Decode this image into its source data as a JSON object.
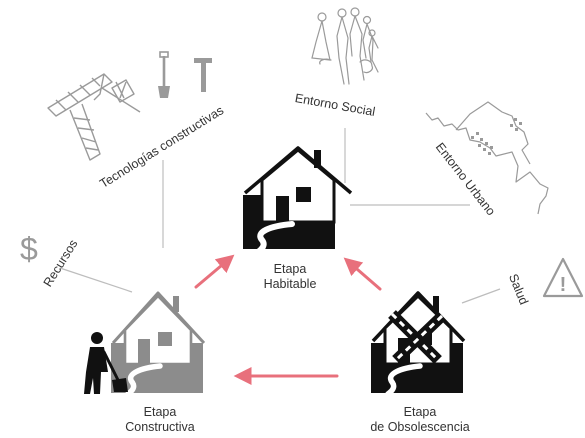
{
  "diagram": {
    "stages": {
      "habitable": {
        "line1": "Etapa",
        "line2": "Habitable"
      },
      "constructive": {
        "line1": "Etapa",
        "line2": "Constructiva"
      },
      "obsolescence": {
        "line1": "Etapa",
        "line2": "de Obsolescencia"
      }
    },
    "factors": {
      "social": "Entorno Social",
      "urban": "Entorno Urbano",
      "technologies": "Tecnologías constructivas",
      "resources": "Recursos",
      "health": "Salud"
    },
    "icons": {
      "resources_symbol": "$",
      "health_symbol": "!"
    },
    "colors": {
      "arrow": "#e8707c",
      "house_dark": "#111111",
      "house_gray": "#8c8c8c",
      "factor_icon": "#9a9a9a",
      "connector": "#bdbdbd"
    }
  }
}
